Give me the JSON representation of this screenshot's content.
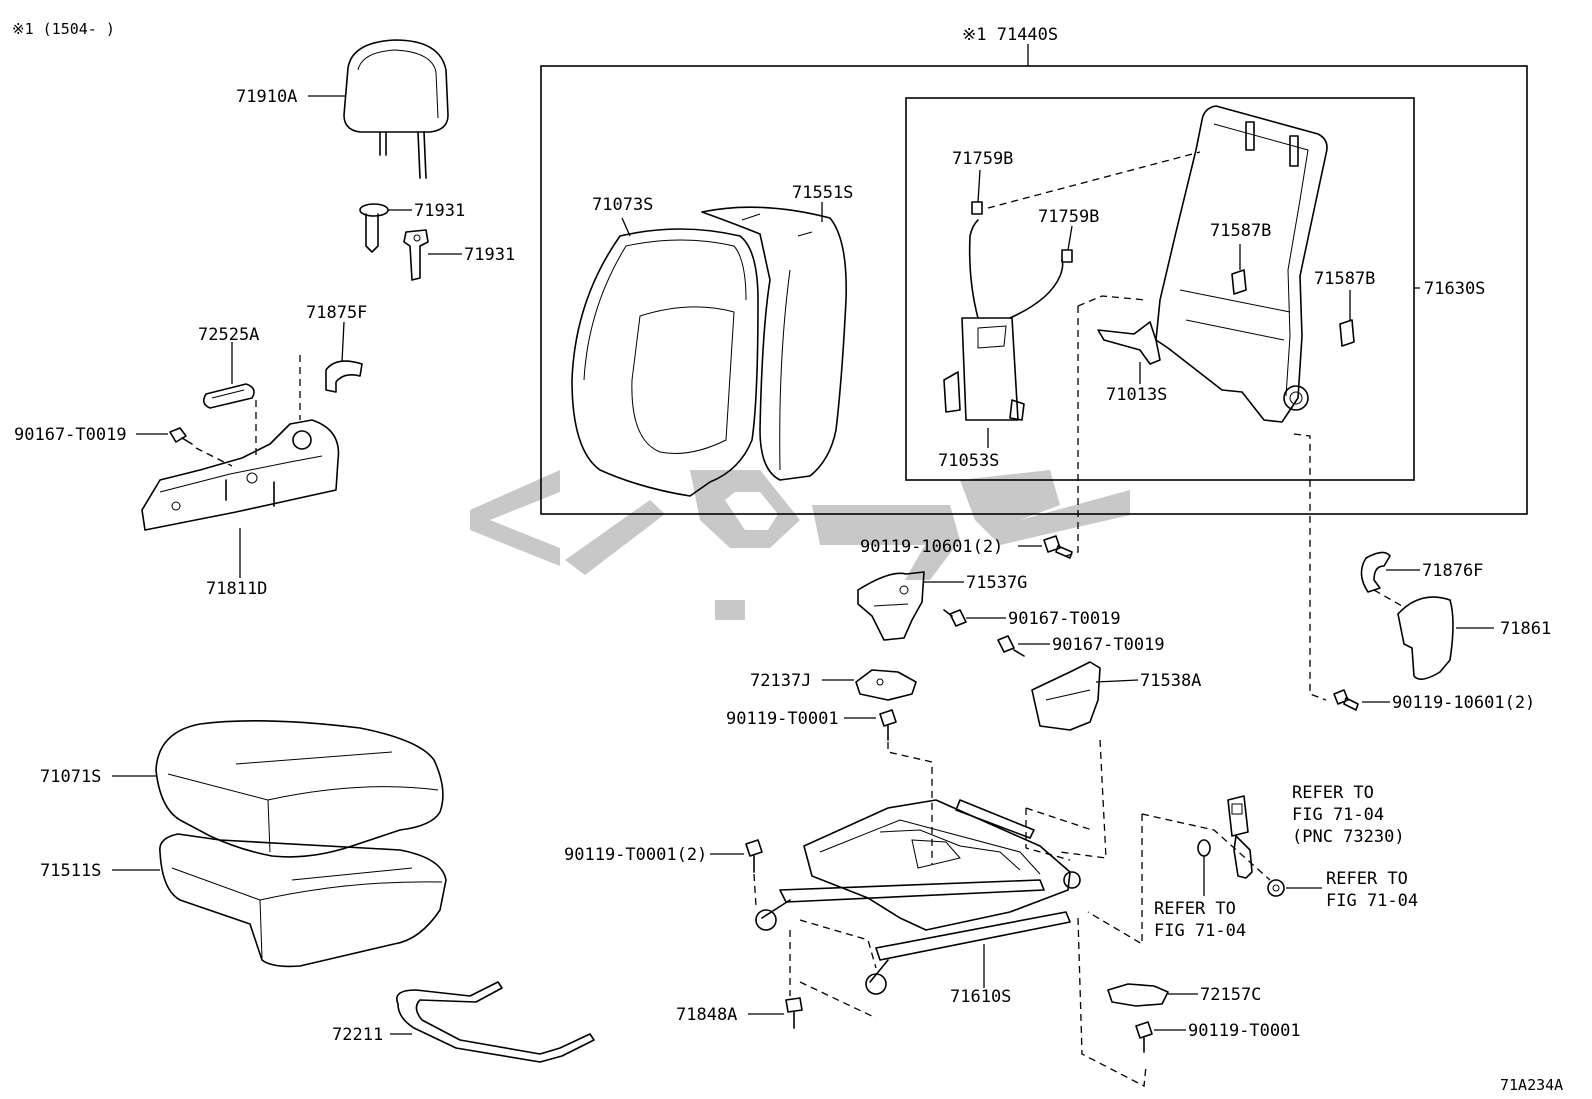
{
  "header": {
    "note": "※1 (1504-      )",
    "figure_code": "71A234A"
  },
  "watermark": {
    "color": "#c8c8c8"
  },
  "callouts": {
    "p71440S": "※1 71440S",
    "p71910A": "71910A",
    "p71931_a": "71931",
    "p71931_b": "71931",
    "p72525A": "72525A",
    "p71875F": "71875F",
    "p90167_left": "90167-T0019",
    "p71811D": "71811D",
    "p71073S": "71073S",
    "p71551S": "71551S",
    "p71759B_a": "71759B",
    "p71759B_b": "71759B",
    "p71587B_a": "71587B",
    "p71587B_b": "71587B",
    "p71630S": "71630S",
    "p71013S": "71013S",
    "p71053S": "71053S",
    "p90119_106_a": "90119-10601(2)",
    "p71537G": "71537G",
    "p90167_b": "90167-T0019",
    "p90167_c": "90167-T0019",
    "p71876F": "71876F",
    "p71861": "71861",
    "p72137J": "72137J",
    "p71538A": "71538A",
    "p90119_106_b": "90119-10601(2)",
    "p90119_T0001_a": "90119-T0001",
    "p71071S": "71071S",
    "p71511S": "71511S",
    "p90119_T0001_2": "90119-T0001(2)",
    "refer1_l1": "REFER TO",
    "refer1_l2": "FIG 71-04",
    "refer1_l3": "(PNC 73230)",
    "refer2_l1": "REFER TO",
    "refer2_l2": "FIG 71-04",
    "refer3_l1": "REFER TO",
    "refer3_l2": "FIG 71-04",
    "p72211": "72211",
    "p71848A": "71848A",
    "p71610S": "71610S",
    "p72157C": "72157C",
    "p90119_T0001_b": "90119-T0001"
  }
}
